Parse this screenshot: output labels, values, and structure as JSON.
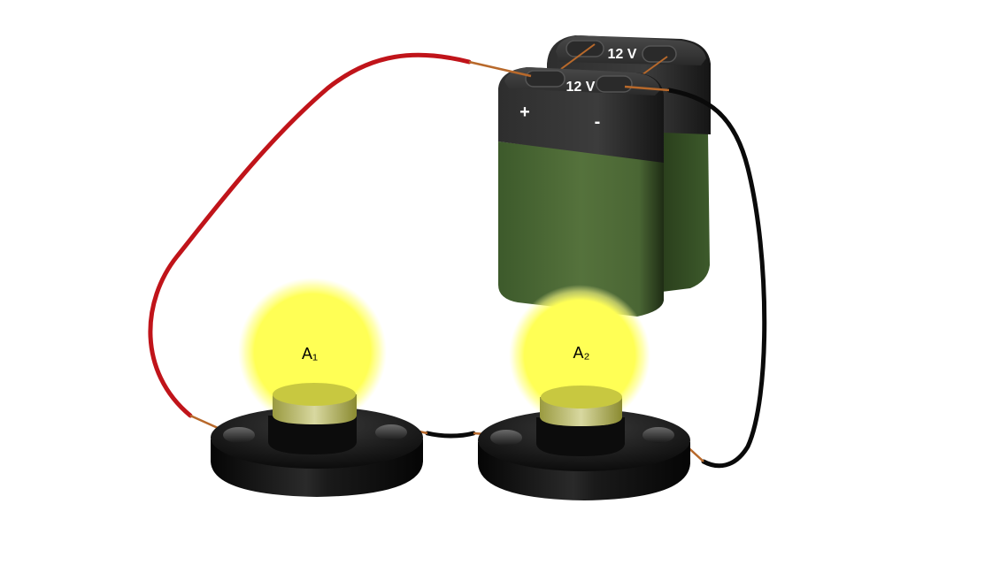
{
  "batteries": [
    {
      "id": "back",
      "voltage_label": "12 V",
      "plus_sign": "",
      "minus_sign": ""
    },
    {
      "id": "front",
      "voltage_label": "12 V",
      "plus_sign": "+",
      "minus_sign": "-"
    }
  ],
  "lamps": [
    {
      "id": "lamp-1",
      "label": "A₁"
    },
    {
      "id": "lamp-2",
      "label": "A₂"
    }
  ],
  "colors": {
    "red_wire": "#c0141a",
    "black_wire": "#0a0a0a",
    "copper": "#b8692b",
    "battery_green": "#4f6b39",
    "battery_cap": "#333333",
    "lamp_glow": "#ffff4d",
    "base": "#111111"
  }
}
